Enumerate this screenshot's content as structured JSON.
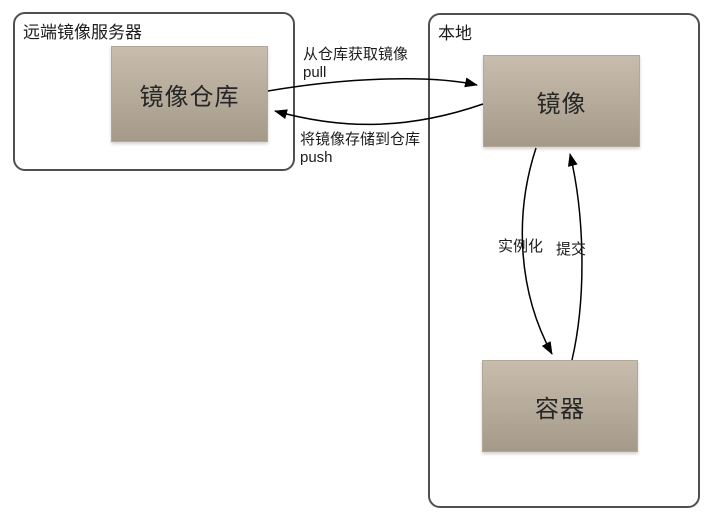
{
  "diagram": {
    "containers": {
      "remote": {
        "label": "远端镜像服务器"
      },
      "local": {
        "label": "本地"
      }
    },
    "nodes": {
      "registry": {
        "label": "镜像仓库"
      },
      "image": {
        "label": "镜像"
      },
      "container": {
        "label": "容器"
      }
    },
    "arrows": {
      "pull": {
        "label": "从仓库获取镜像",
        "sublabel": "pull",
        "from": "镜像仓库",
        "to": "镜像"
      },
      "push": {
        "label": "将镜像存储到仓库",
        "sublabel": "push",
        "from": "镜像",
        "to": "镜像仓库"
      },
      "instantiate": {
        "label": "实例化",
        "from": "镜像",
        "to": "容器"
      },
      "commit": {
        "label": "提交",
        "from": "容器",
        "to": "镜像"
      }
    },
    "colors": {
      "background": "#ffffff",
      "frame_border": "#4f4f4f",
      "node_fill_top": "#c7bcad",
      "node_fill_bottom": "#a59a8a",
      "arrow": "#000000",
      "text": "#1c1c1c"
    }
  }
}
